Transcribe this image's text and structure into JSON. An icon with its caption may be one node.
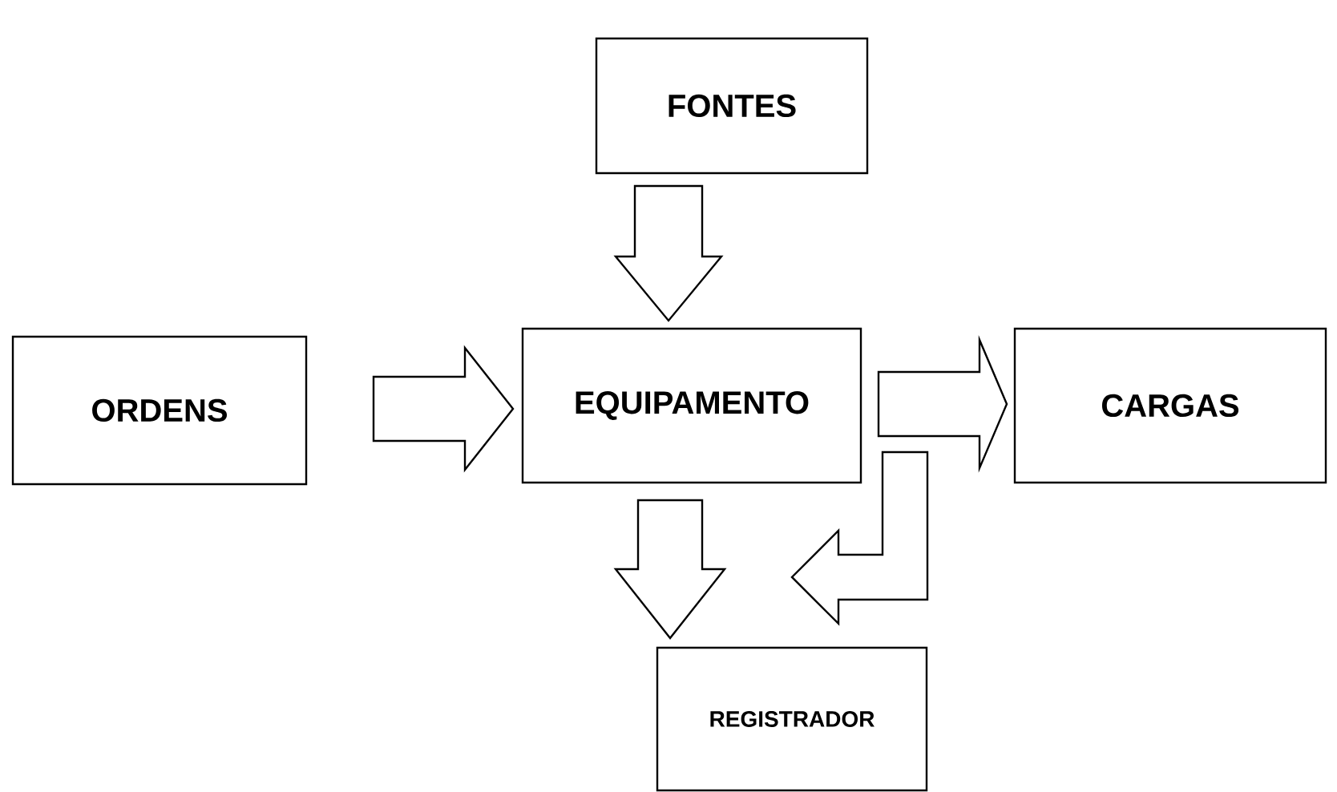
{
  "diagram": {
    "nodes": [
      {
        "text": [
          "FONTES"
        ]
      },
      {
        "text": [
          "ORDENS"
        ]
      },
      {
        "text": [
          "EQUIPAMENTO"
        ]
      },
      {
        "text": [
          "CARGAS"
        ]
      },
      {
        "text": [
          "REGISTRADOR"
        ]
      }
    ],
    "edges": [
      {
        "from": 0,
        "to": 2,
        "arrow": "to"
      },
      {
        "from": 1,
        "to": 2,
        "arrow": "to"
      },
      {
        "from": 2,
        "to": 3,
        "arrow": "to"
      },
      {
        "from": 2,
        "to": 4,
        "arrow": "to"
      },
      {
        "from": 3,
        "to": 4,
        "arrow": "to"
      }
    ]
  }
}
